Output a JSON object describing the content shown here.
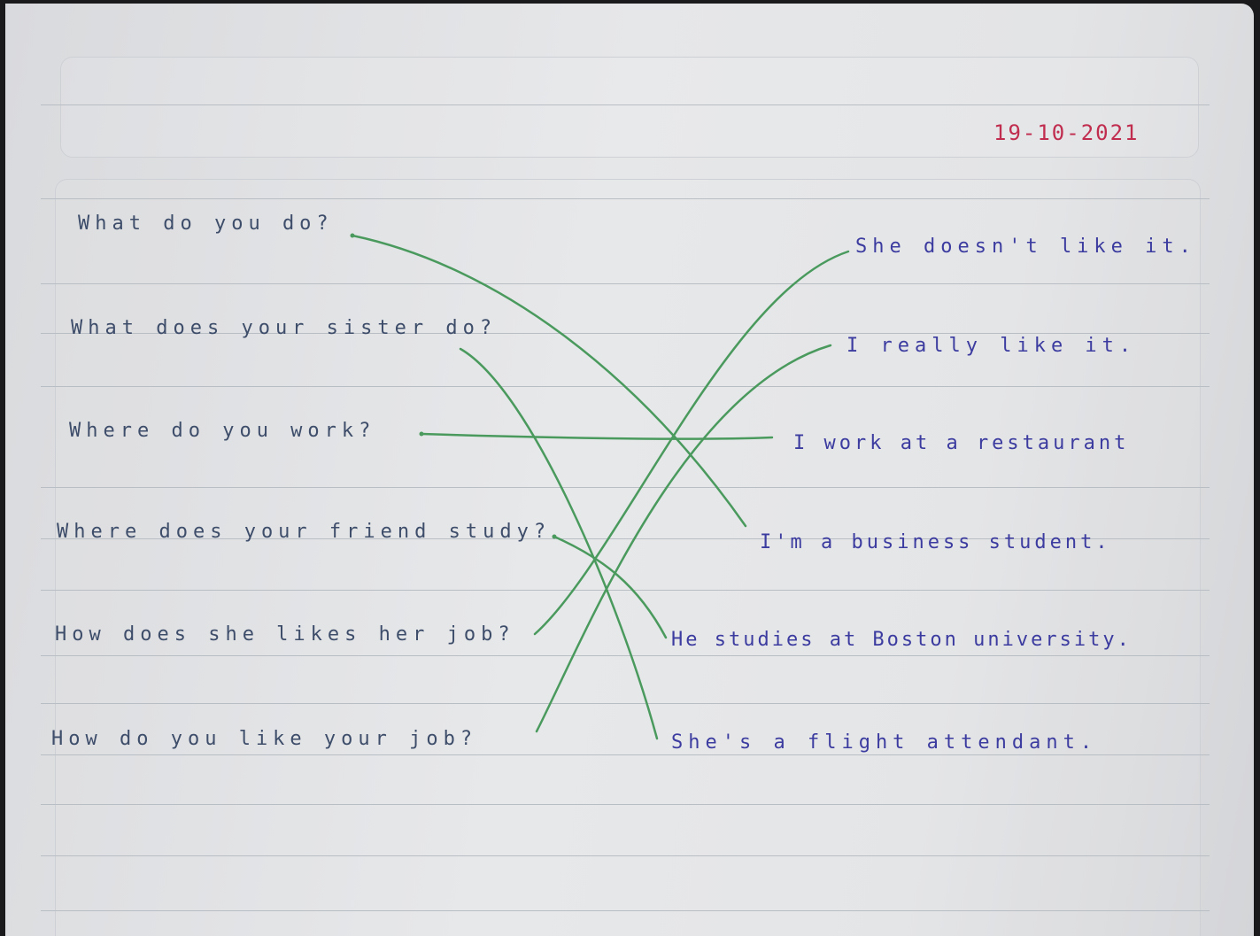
{
  "date": "19-10-2021",
  "questions": [
    "What do you do?",
    "What does your sister do?",
    "Where do you work?",
    "Where does your friend study?",
    "How does she likes her job?",
    "How do you like your job?"
  ],
  "answers": [
    "She doesn't like it.",
    "I really like it.",
    "I work at a restaurant",
    "I'm a business student.",
    "He studies at Boston university.",
    "She's a flight attendant."
  ],
  "matches": [
    {
      "question": 1,
      "answer": 4
    },
    {
      "question": 2,
      "answer": 6
    },
    {
      "question": 3,
      "answer": 3
    },
    {
      "question": 4,
      "answer": 5
    },
    {
      "question": 5,
      "answer": 1
    },
    {
      "question": 6,
      "answer": 2
    }
  ],
  "colors": {
    "question_ink": "#3d4d6a",
    "answer_ink": "#3c3ca0",
    "date_ink": "#c02d4f",
    "connector_ink": "#4a9a5e",
    "paper": "#e3e4e6",
    "rule": "#b9bdc4"
  }
}
